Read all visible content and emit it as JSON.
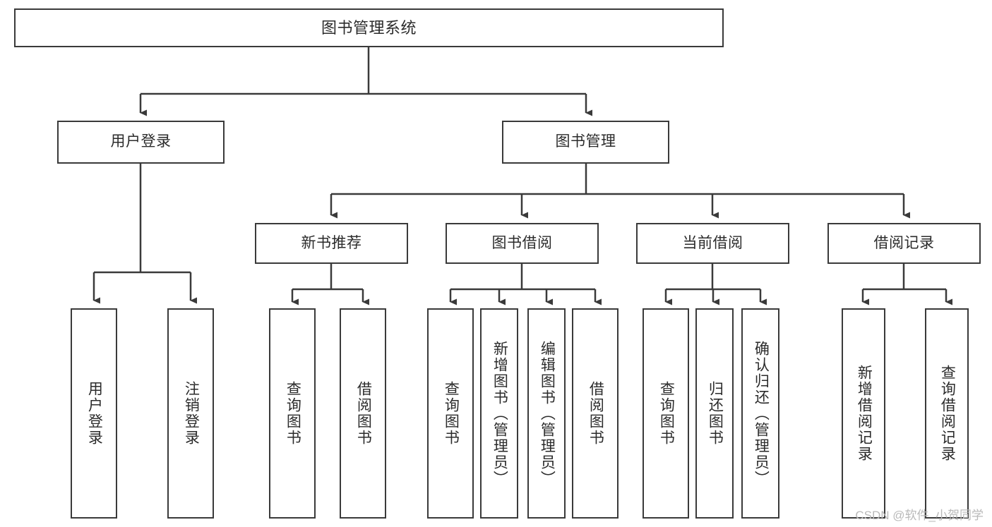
{
  "diagram": {
    "title": "图书管理系统",
    "type": "hierarchy-tree",
    "levels": 4,
    "root": {
      "label": "图书管理系统"
    },
    "level2": [
      {
        "label": "用户登录"
      },
      {
        "label": "图书管理"
      }
    ],
    "level3": [
      {
        "label": "新书推荐"
      },
      {
        "label": "图书借阅"
      },
      {
        "label": "当前借阅"
      },
      {
        "label": "借阅记录"
      }
    ],
    "leaves": {
      "user_login": [
        {
          "label": "用户登录"
        },
        {
          "label": "注销登录"
        }
      ],
      "new_book_recommend": [
        {
          "label": "查询图书"
        },
        {
          "label": "借阅图书"
        }
      ],
      "book_borrow": [
        {
          "label": "查询图书"
        },
        {
          "label": "新增图书（管理员）"
        },
        {
          "label": "编辑图书（管理员）"
        },
        {
          "label": "借阅图书"
        }
      ],
      "current_borrow": [
        {
          "label": "查询图书"
        },
        {
          "label": "归还图书"
        },
        {
          "label": "确认归还（管理员）"
        }
      ],
      "borrow_record": [
        {
          "label": "新增借阅记录"
        },
        {
          "label": "查询借阅记录"
        }
      ]
    }
  },
  "watermark": {
    "text": "CSDN @软件_小贺同学"
  },
  "colors": {
    "stroke": "#3a3a3a",
    "text": "#2b2b2b",
    "background": "#ffffff",
    "watermark": "#b9b9b9"
  }
}
